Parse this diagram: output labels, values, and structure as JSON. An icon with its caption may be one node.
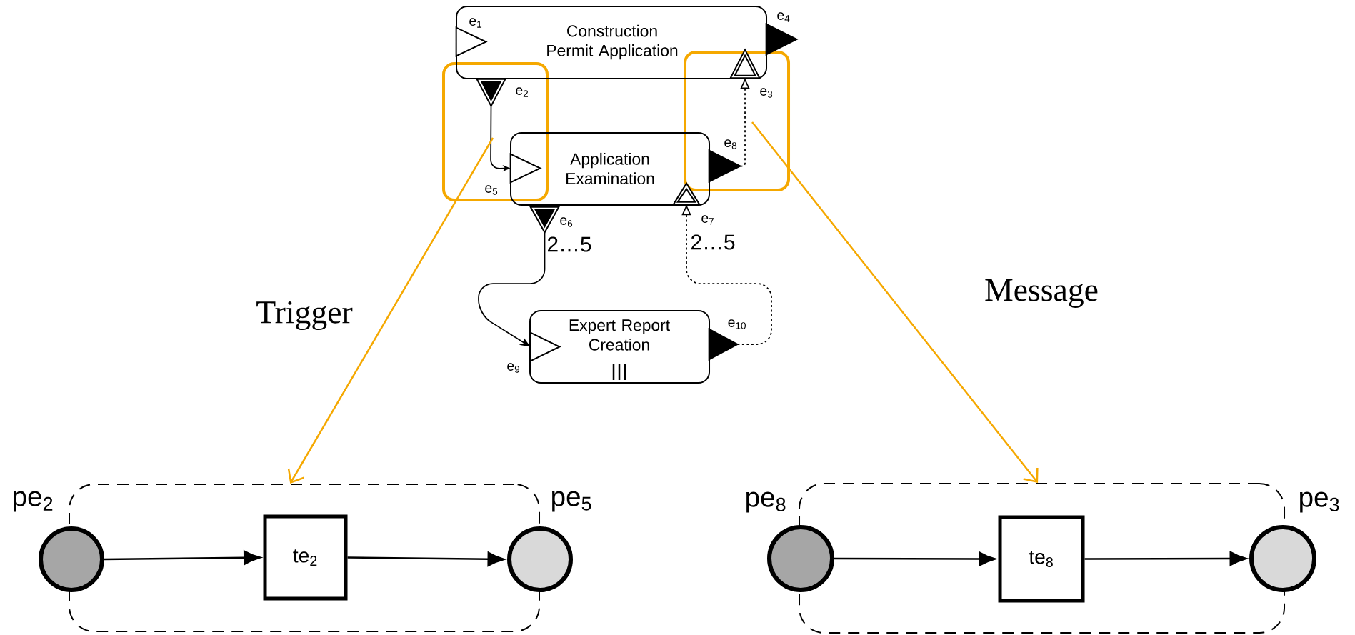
{
  "diagram": {
    "nodes": [
      {
        "text": [
          "Construction Permit Application"
        ]
      },
      {
        "text": [],
        "shape": "triangle",
        "in": 0,
        "beside": [
          "e$_{1}$"
        ]
      },
      {
        "text": [],
        "shape": "triangle",
        "beside": [
          "e$_{4}$"
        ]
      },
      {
        "text": [],
        "shape": "triangle",
        "beside": [
          "e$_{2}$"
        ]
      },
      {
        "text": [],
        "shape": "triangle",
        "in": 0,
        "beside": [
          "e$_{3}$"
        ]
      },
      {
        "text": [
          "Application Examination"
        ]
      },
      {
        "text": [],
        "shape": "triangle",
        "in": 5,
        "beside": [
          "e$_{5}$"
        ]
      },
      {
        "text": [],
        "shape": "triangle",
        "beside": [
          "e$_{8}$"
        ]
      },
      {
        "text": [],
        "shape": "triangle",
        "beside": [
          "e$_{6}$"
        ]
      },
      {
        "text": [],
        "shape": "triangle",
        "in": 5,
        "beside": [
          "e$_{7}$"
        ]
      },
      {
        "text": [
          "Expert Report Creation"
        ]
      },
      {
        "text": [],
        "shape": "triangle",
        "in": 10,
        "beside": [
          "e$_{9}$"
        ]
      },
      {
        "text": [],
        "shape": "triangle",
        "beside": [
          "e$_{10}$"
        ]
      },
      {
        "text": [],
        "shape": "box"
      },
      {
        "text": [],
        "shape": "circle",
        "beside": [
          "pe$_{2}$"
        ]
      },
      {
        "text": [
          "te$_{2}$"
        ],
        "in": 13
      },
      {
        "text": [],
        "shape": "circle",
        "beside": [
          "pe$_{5}$"
        ]
      },
      {
        "text": [],
        "shape": "box"
      },
      {
        "text": [],
        "shape": "circle",
        "beside": [
          "pe$_{8}$"
        ]
      },
      {
        "text": [
          "te$_{8}$"
        ],
        "in": 17
      },
      {
        "text": [],
        "shape": "circle",
        "beside": [
          "pe$_{3}$"
        ]
      }
    ],
    "edges": [
      {
        "from": 3,
        "to": 6,
        "arrow": "to"
      },
      {
        "from": 7,
        "to": 4,
        "arrow": "to",
        "style": "dashed"
      },
      {
        "from": 8,
        "to": 11,
        "arrow": "to",
        "label": "2…5"
      },
      {
        "from": 12,
        "to": 9,
        "arrow": "to",
        "style": "dashed",
        "label": "2…5"
      },
      {
        "from": null,
        "to": 13,
        "arrow": "to",
        "color": "#f5a800",
        "label": "Trigger"
      },
      {
        "from": null,
        "to": 17,
        "arrow": "to",
        "color": "#f5a800",
        "label": "Message"
      },
      {
        "from": 14,
        "to": 15,
        "arrow": "to"
      },
      {
        "from": 15,
        "to": 16,
        "arrow": "to"
      },
      {
        "from": 18,
        "to": 19,
        "arrow": "to"
      },
      {
        "from": 19,
        "to": 20,
        "arrow": "to"
      }
    ]
  }
}
